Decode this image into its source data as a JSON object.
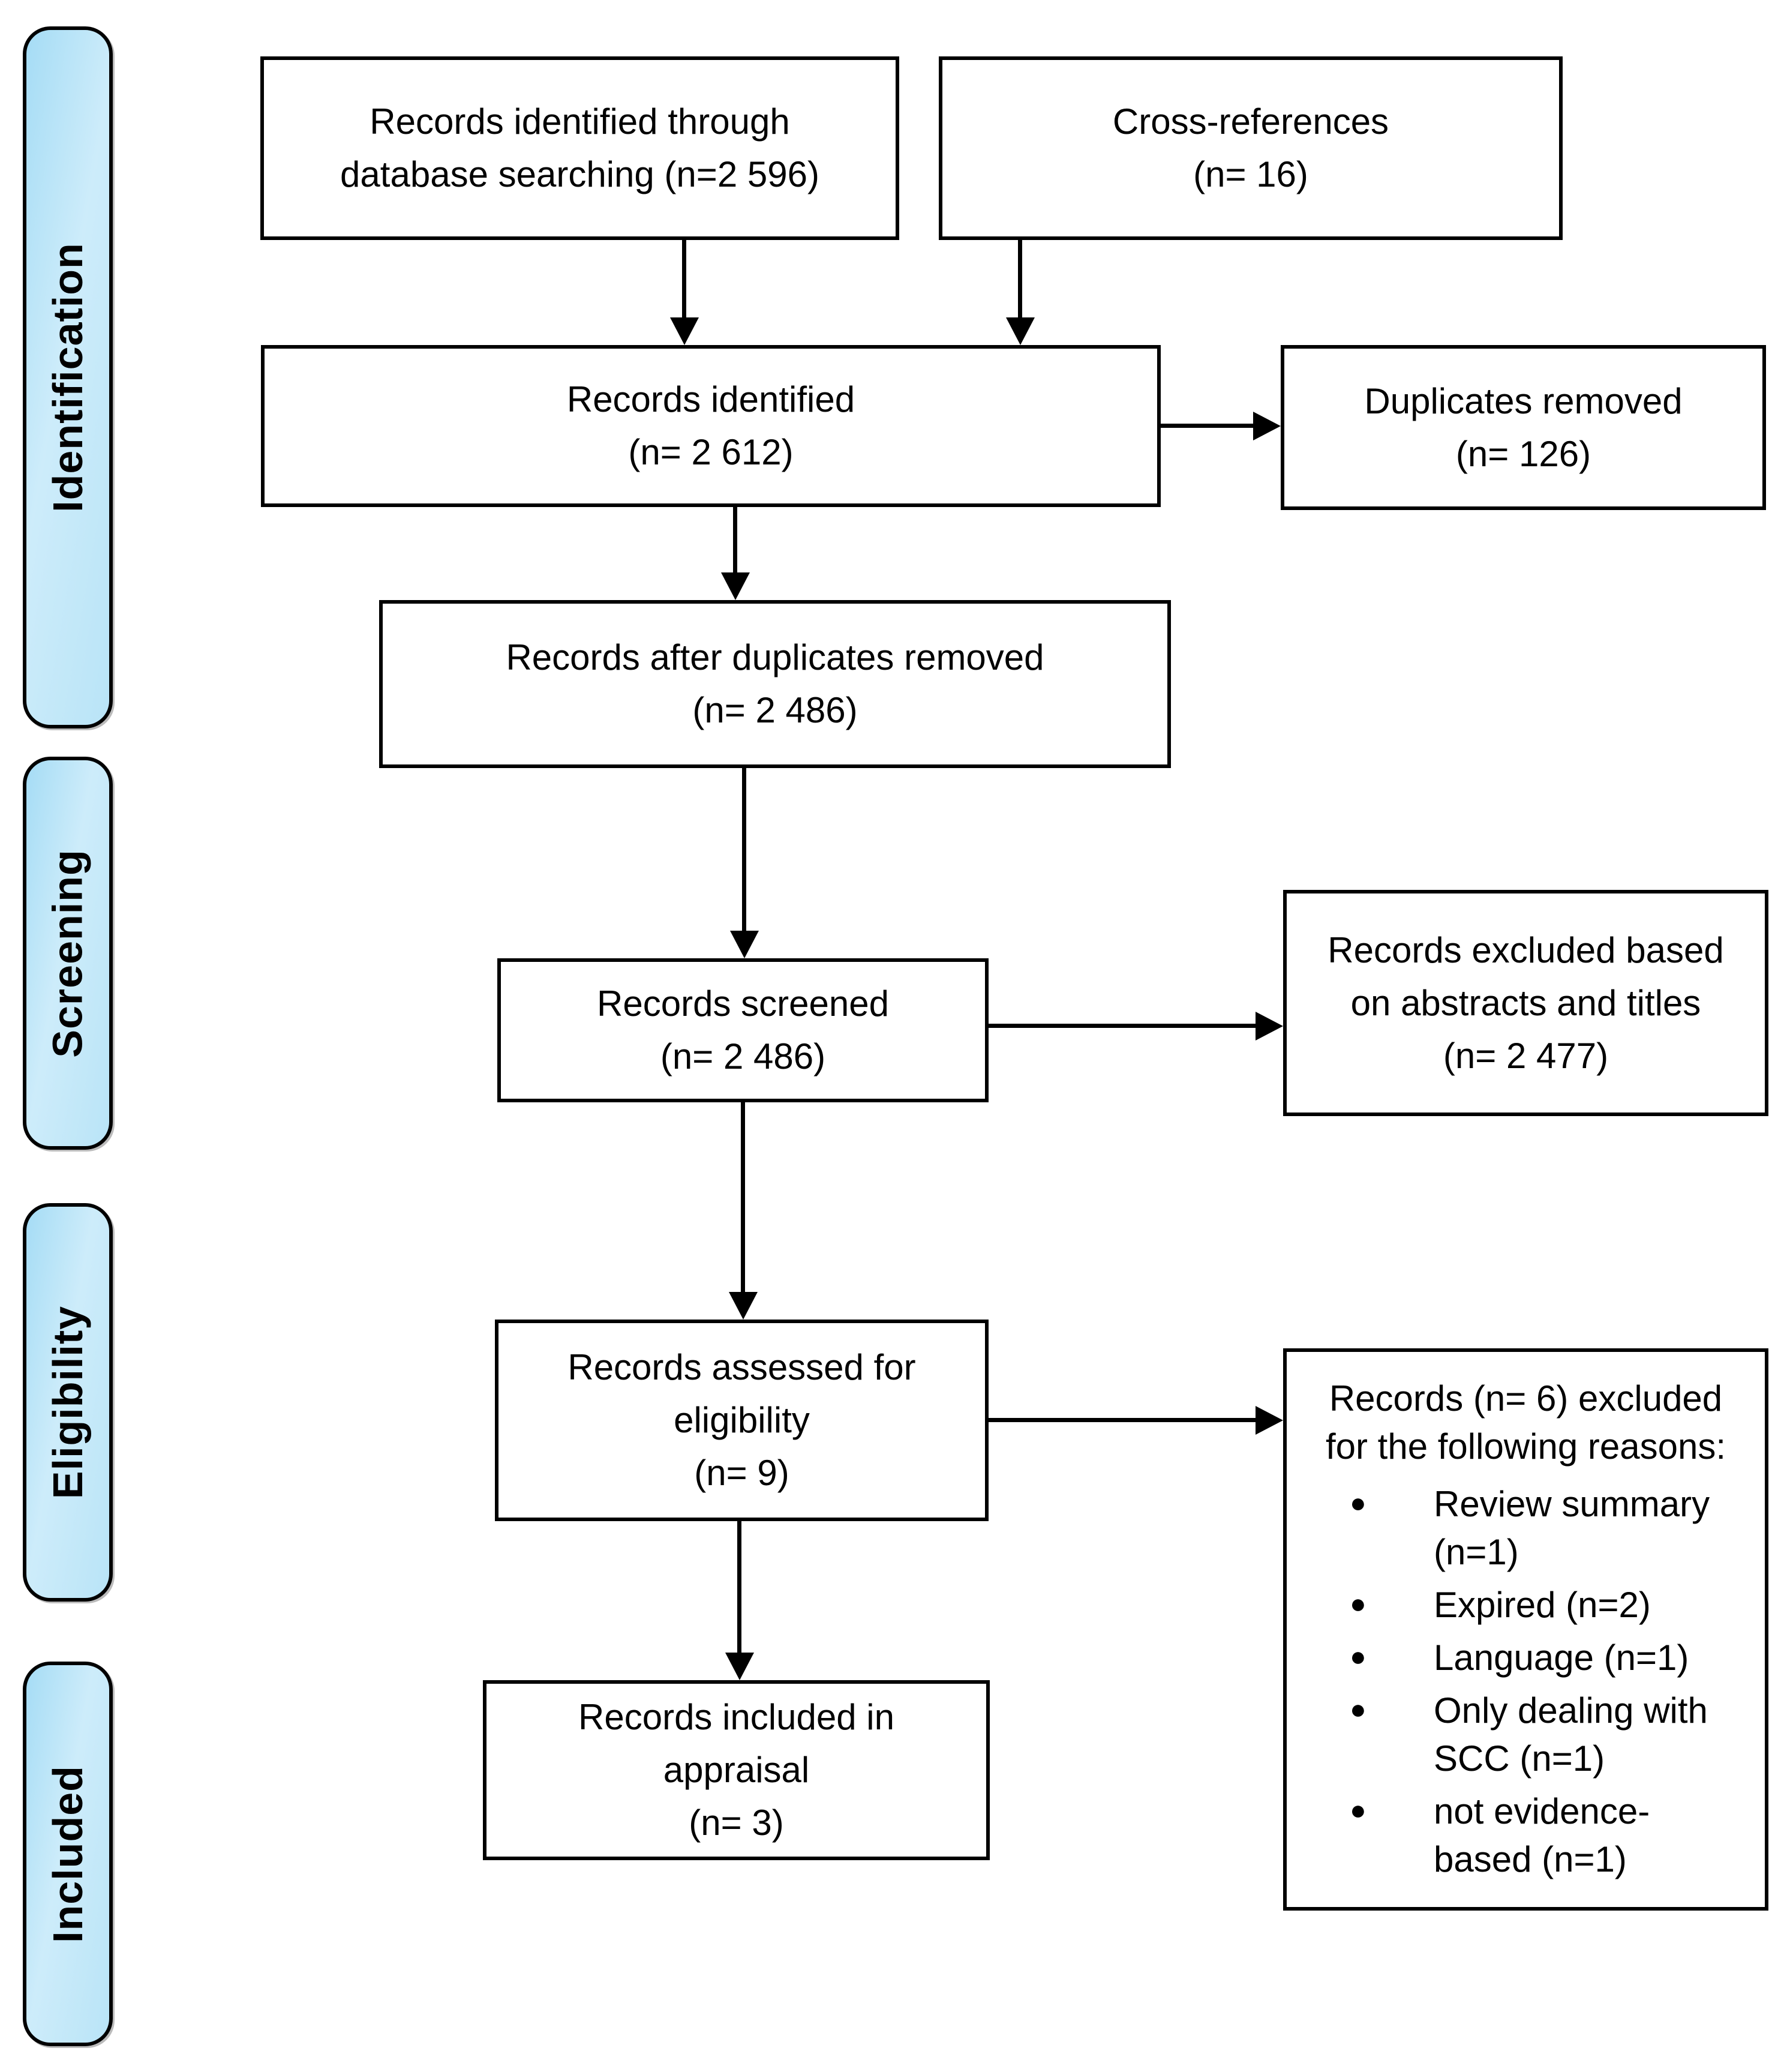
{
  "colors": {
    "stage_fill": "#bfe5f8",
    "stage_border": "#000000",
    "box_border": "#000000",
    "text": "#000000"
  },
  "sidebar": {
    "stages": [
      {
        "label": "Identification"
      },
      {
        "label": "Screening"
      },
      {
        "label": "Eligibility"
      },
      {
        "label": "Included"
      }
    ]
  },
  "boxes": {
    "database_search": {
      "text": "Records identified through\ndatabase searching (n=2 596)"
    },
    "cross_references": {
      "text": "Cross-references\n(n= 16)"
    },
    "records_identified": {
      "text": "Records identified\n(n= 2 612)"
    },
    "duplicates_removed": {
      "text": "Duplicates removed\n(n= 126)"
    },
    "after_duplicates": {
      "text": "Records after duplicates removed\n(n= 2 486)"
    },
    "records_screened": {
      "text": "Records screened\n(n= 2 486)"
    },
    "excluded_abstracts": {
      "text": "Records excluded based\non abstracts and titles\n(n= 2 477)"
    },
    "assessed_eligibility": {
      "text": "Records assessed for\neligibility\n(n= 9)"
    },
    "included_appraisal": {
      "text": "Records included in\nappraisal\n(n= 3)"
    },
    "excluded_reasons": {
      "title": "Records (n= 6) excluded\nfor the following reasons:",
      "items": [
        "Review summary\n(n=1)",
        "Expired (n=2)",
        "Language (n=1)",
        "Only dealing with\nSCC (n=1)",
        "not evidence-\nbased (n=1)"
      ],
      "bullet_glyph": "●"
    }
  }
}
